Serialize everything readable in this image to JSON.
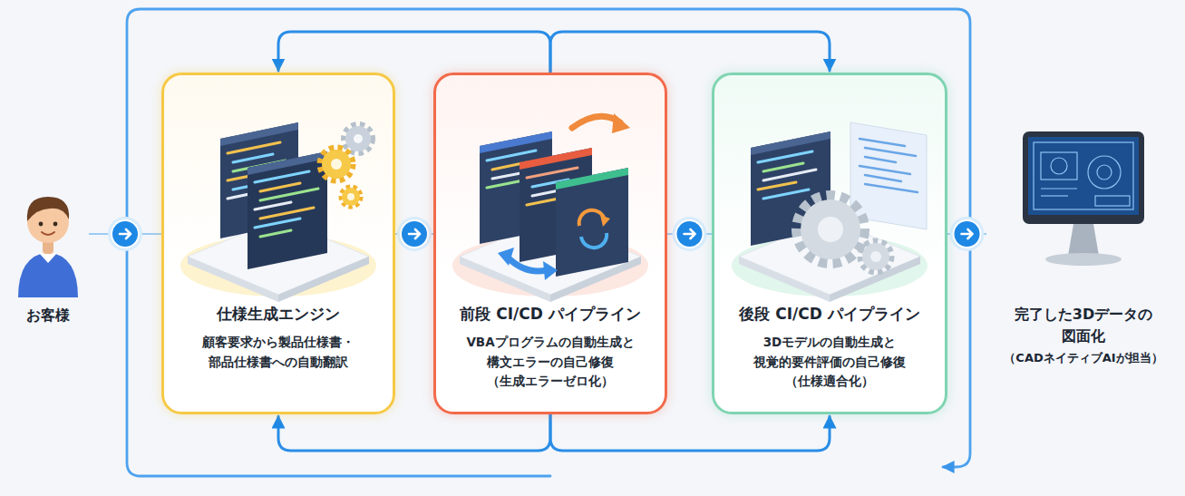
{
  "diagram": {
    "nodes": [
      {
        "text": [
          "お客様"
        ]
      },
      {
        "text": [
          "仕様生成エンジン",
          "顧客要求から製品仕様書・ 部品仕様書への自動翻訳"
        ]
      },
      {
        "text": [
          "前段 CI/CD パイプライン",
          "VBAプログラムの自動生成と 構文エラーの自己修復",
          "（生成エラーゼロ化）"
        ]
      },
      {
        "text": [
          "後段 CI/CD パイプライン",
          "3Dモデルの自動生成と 視覚的要件評価の自己修復",
          "（仕様適合化）"
        ]
      },
      {
        "text": [
          "完了した3Dデータの 図面化",
          "（CADネイティブAIが担当）"
        ]
      }
    ],
    "edges": [
      {
        "from": 0,
        "to": 1,
        "arrow": "to"
      },
      {
        "from": 1,
        "to": 2,
        "arrow": "to"
      },
      {
        "from": 2,
        "to": 3,
        "arrow": "to"
      },
      {
        "from": 3,
        "to": 4,
        "arrow": "to"
      },
      {
        "from": 2,
        "to": 1,
        "arrow": "to"
      },
      {
        "from": 2,
        "to": 3,
        "arrow": "to"
      },
      {
        "from": 2,
        "to": 1,
        "arrow": "to"
      },
      {
        "from": 2,
        "to": 3,
        "arrow": "to"
      }
    ]
  }
}
